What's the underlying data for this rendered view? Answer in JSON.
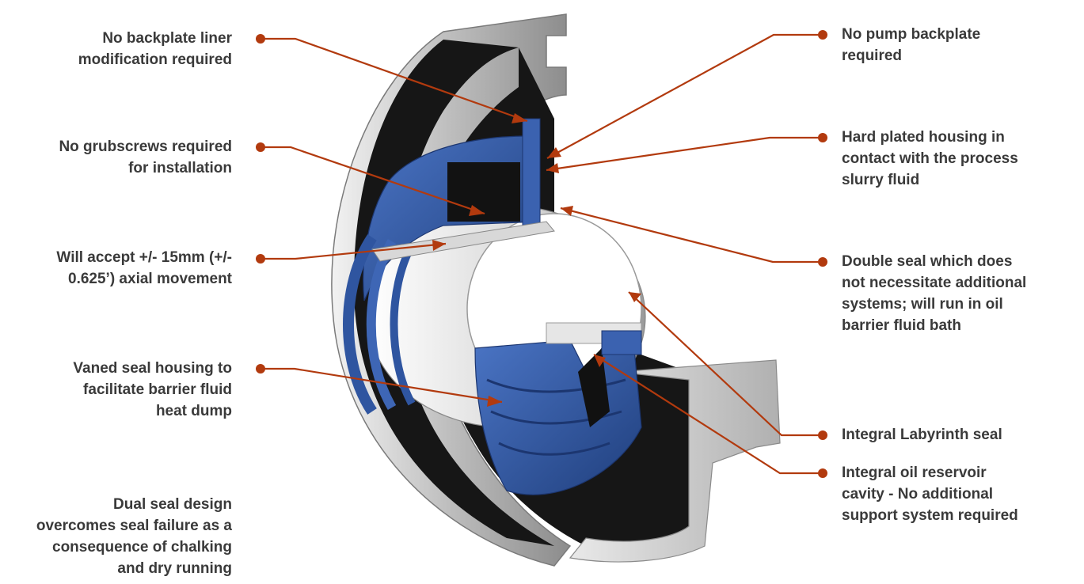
{
  "colors": {
    "leader": "#b23a0e",
    "label_text": "#3a3a3a",
    "seal_blue": "#2f55a0",
    "housing_grey": "#c9c9c9",
    "housing_dark": "#1a1a1a"
  },
  "labels": {
    "left": [
      {
        "id": "backplate-liner",
        "lines": [
          "No backplate liner",
          "modification required"
        ]
      },
      {
        "id": "grubscrews",
        "lines": [
          "No grubscrews required",
          "for installation"
        ]
      },
      {
        "id": "axial-movement",
        "lines": [
          "Will accept +/- 15mm (+/-",
          "0.625’) axial movement"
        ]
      },
      {
        "id": "vaned-housing",
        "lines": [
          "Vaned seal housing to",
          "facilitate barrier fluid",
          "heat dump"
        ]
      },
      {
        "id": "dual-seal",
        "lines": [
          "Dual seal design",
          "overcomes seal failure as a",
          "consequence of chalking",
          "and dry running"
        ]
      }
    ],
    "right": [
      {
        "id": "pump-backplate",
        "lines": [
          "No pump backplate",
          "required"
        ]
      },
      {
        "id": "hard-plated",
        "lines": [
          "Hard plated housing in",
          "contact with the process",
          "slurry fluid"
        ]
      },
      {
        "id": "double-seal",
        "lines": [
          "Double seal which does",
          "not necessitate additional",
          "systems; will run in oil",
          "barrier fluid bath"
        ]
      },
      {
        "id": "labyrinth",
        "lines": [
          "Integral Labyrinth seal"
        ]
      },
      {
        "id": "oil-reservoir",
        "lines": [
          "Integral oil reservoir",
          "cavity - No additional",
          "support system required"
        ]
      }
    ]
  }
}
